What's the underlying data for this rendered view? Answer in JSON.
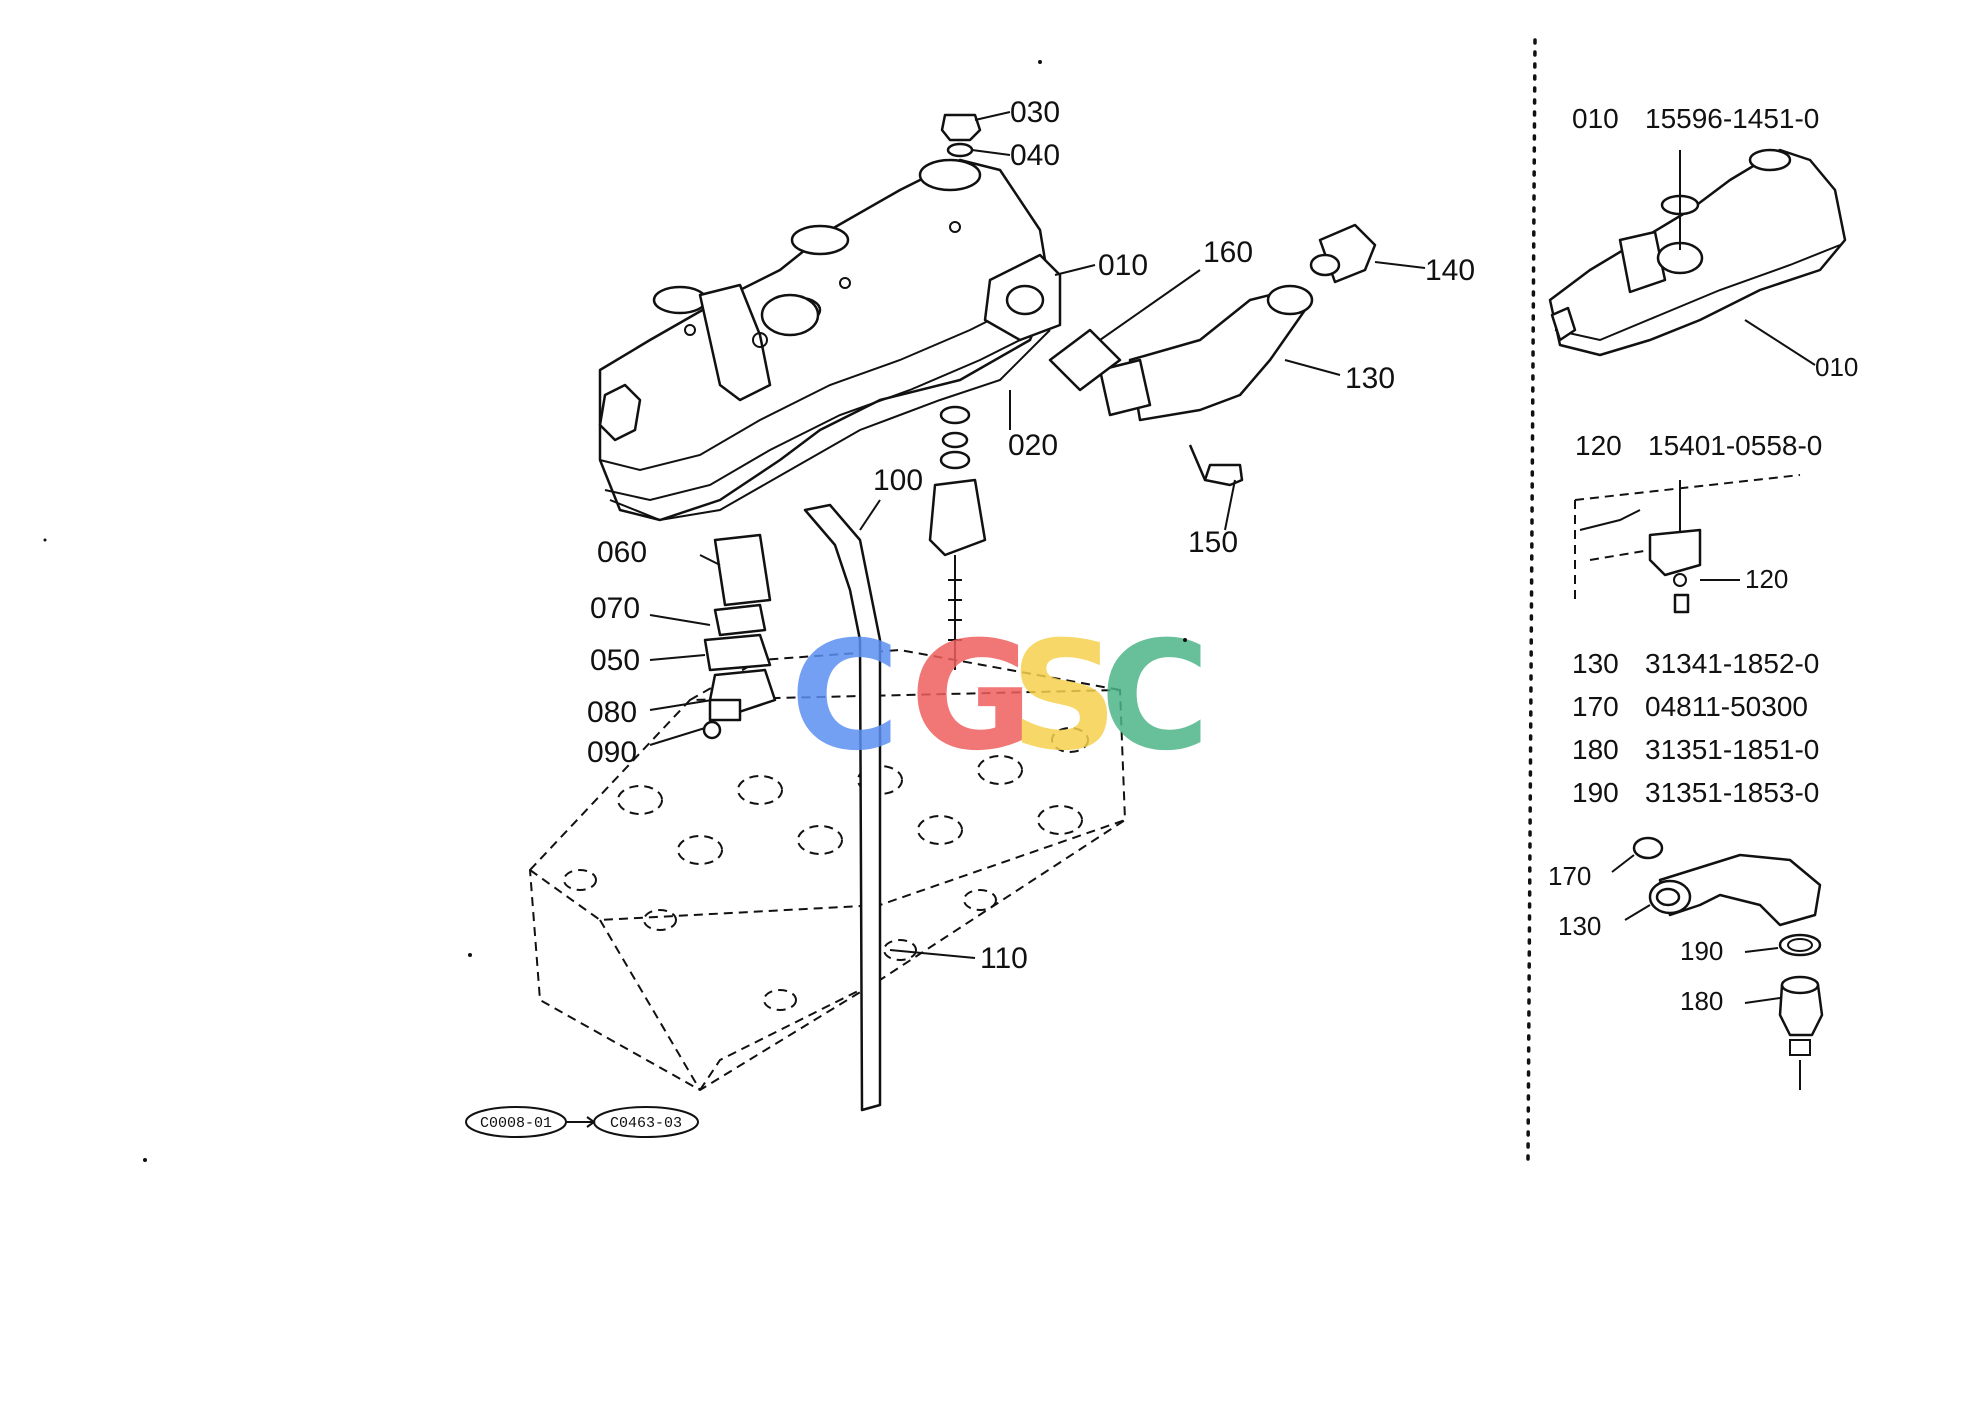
{
  "main_callouts": [
    "030",
    "040",
    "010",
    "160",
    "140",
    "130",
    "020",
    "150",
    "100",
    "060",
    "070",
    "050",
    "080",
    "090",
    "110"
  ],
  "ref_codes": [
    "C0008-01",
    "C0463-03"
  ],
  "watermark": {
    "letters": [
      "C",
      "G",
      "S",
      "C"
    ],
    "colors": [
      "#5b8ff0",
      "#ee5e5e",
      "#f5d04e",
      "#4cb587"
    ]
  },
  "side_panel": {
    "part_list_1": {
      "ref": "010",
      "part_no": "15596-1451-0"
    },
    "detail_1_callout": "010",
    "part_list_2": {
      "ref": "120",
      "part_no": "15401-0558-0"
    },
    "detail_2_callout": "120",
    "part_list_3": [
      {
        "ref": "130",
        "part_no": "31341-1852-0"
      },
      {
        "ref": "170",
        "part_no": "04811-50300"
      },
      {
        "ref": "180",
        "part_no": "31351-1851-0"
      },
      {
        "ref": "190",
        "part_no": "31351-1853-0"
      }
    ],
    "detail_3_callouts": [
      "170",
      "130",
      "190",
      "180"
    ]
  }
}
